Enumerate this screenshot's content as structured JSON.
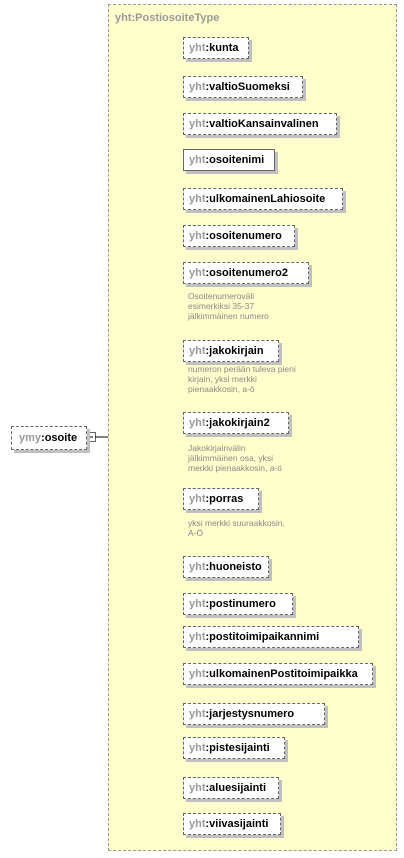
{
  "type_name": "yht:PostiosoiteType",
  "root": {
    "prefix": "ymy",
    "name": "osoite"
  },
  "elements": [
    {
      "prefix": "yht",
      "name": "kunta",
      "kind": "optional",
      "desc": ""
    },
    {
      "prefix": "yht",
      "name": "valtioSuomeksi",
      "kind": "optional",
      "desc": ""
    },
    {
      "prefix": "yht",
      "name": "valtioKansainvalinen",
      "kind": "optional",
      "desc": ""
    },
    {
      "prefix": "yht",
      "name": "osoitenimi",
      "kind": "required",
      "expandable": true,
      "desc": ""
    },
    {
      "prefix": "yht",
      "name": "ulkomainenLahiosoite",
      "kind": "optional",
      "desc": ""
    },
    {
      "prefix": "yht",
      "name": "osoitenumero",
      "kind": "optional",
      "desc": ""
    },
    {
      "prefix": "yht",
      "name": "osoitenumero2",
      "kind": "optional",
      "desc": "Osoitenumeroväli\nesimerkiksi 35-37\njälkimmäinen numero"
    },
    {
      "prefix": "yht",
      "name": "jakokirjain",
      "kind": "optional",
      "desc": "numeron perään tuleva pieni\nkirjain, yksi merkki\npienaakkosin, a-ö"
    },
    {
      "prefix": "yht",
      "name": "jakokirjain2",
      "kind": "optional",
      "desc": "Jakokirjainvälin\njälkimmäinen osa, yksi\nmerkki pienaakkosin, a-ö"
    },
    {
      "prefix": "yht",
      "name": "porras",
      "kind": "optional",
      "desc": "yksi merkki suuraakkosin,\nA-Ö"
    },
    {
      "prefix": "yht",
      "name": "huoneisto",
      "kind": "optional",
      "desc": ""
    },
    {
      "prefix": "yht",
      "name": "postinumero",
      "kind": "optional",
      "desc": ""
    },
    {
      "prefix": "yht",
      "name": "postitoimipaikannimi",
      "kind": "optional",
      "desc": ""
    },
    {
      "prefix": "yht",
      "name": "ulkomainenPostitoimipaikka",
      "kind": "optional",
      "desc": ""
    },
    {
      "prefix": "yht",
      "name": "jarjestysnumero",
      "kind": "optional",
      "desc": ""
    },
    {
      "prefix": "yht",
      "name": "pistesijainti",
      "kind": "optional",
      "desc": ""
    },
    {
      "prefix": "yht",
      "name": "aluesijainti",
      "kind": "optional",
      "desc": ""
    },
    {
      "prefix": "yht",
      "name": "viivasijainti",
      "kind": "optional",
      "desc": ""
    }
  ]
}
